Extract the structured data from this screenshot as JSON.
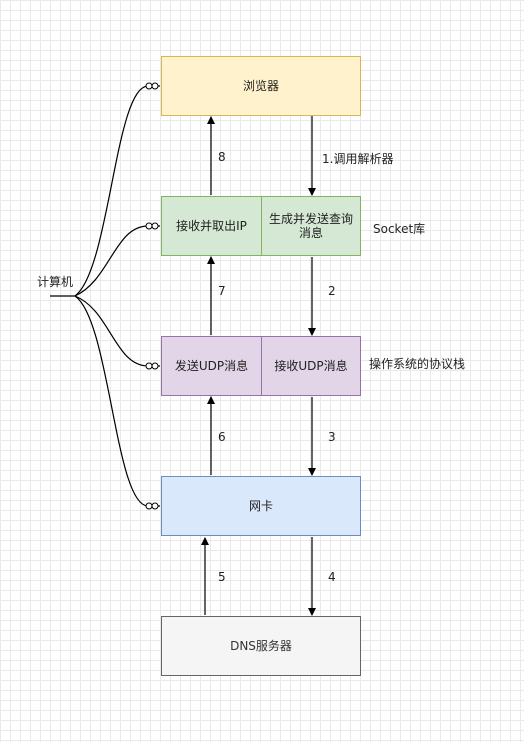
{
  "nodes": {
    "browser": "浏览器",
    "socket_left": "接收并取出IP",
    "socket_right": "生成并发送查询消息",
    "os_left": "发送UDP消息",
    "os_right": "接收UDP消息",
    "nic": "网卡",
    "dns": "DNS服务器"
  },
  "labels": {
    "computer": "计算机",
    "socket_lib": "Socket库",
    "os_stack": "操作系统的协议栈"
  },
  "edges": {
    "e1": "1.调用解析器",
    "e2": "2",
    "e3": "3",
    "e4": "4",
    "e5": "5",
    "e6": "6",
    "e7": "7",
    "e8": "8"
  },
  "colors": {
    "browser_fill": "#fff2cc",
    "browser_stroke": "#d6b656",
    "socket_fill": "#d5e8d4",
    "socket_stroke": "#82b366",
    "os_fill": "#e1d5e7",
    "os_stroke": "#9673a6",
    "nic_fill": "#dae8fc",
    "nic_stroke": "#6c8ebf",
    "dns_fill": "#f5f5f5",
    "dns_stroke": "#666666"
  }
}
